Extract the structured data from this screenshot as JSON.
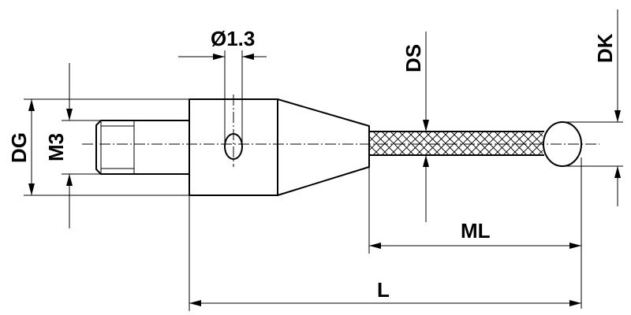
{
  "labels": {
    "hole_diameter": "Ø1.3",
    "stem_diameter": "DS",
    "ball_diameter": "DK",
    "body_diameter": "DG",
    "thread": "M3",
    "measuring_length": "ML",
    "total_length": "L"
  }
}
